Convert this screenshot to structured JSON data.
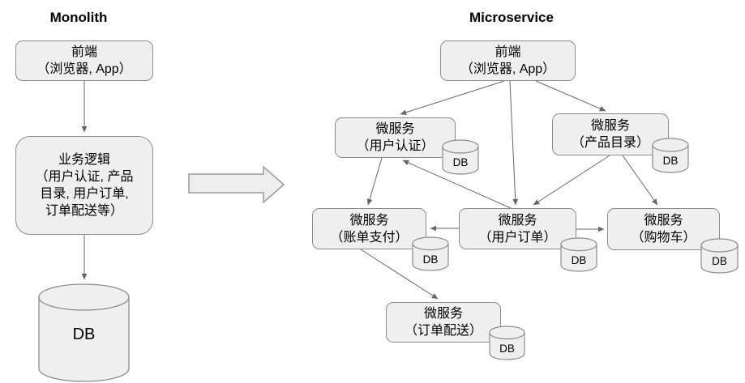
{
  "colors": {
    "node_fill": "#efefef",
    "node_border": "#8c8c8c",
    "edge": "#666666",
    "block_arrow_fill": "#eeeeee",
    "block_arrow_border": "#999999",
    "text": "#000000",
    "background": "#ffffff"
  },
  "monolith": {
    "title": "Monolith",
    "frontend": {
      "line1": "前端",
      "line2": "（浏览器, App）"
    },
    "logic": {
      "lines": [
        "业务逻辑",
        "（用户认证, 产品",
        "目录, 用户订单,",
        "订单配送等）"
      ]
    },
    "db_label": "DB"
  },
  "microservice": {
    "title": "Microservice",
    "frontend": {
      "line1": "前端",
      "line2": "（浏览器, App）"
    },
    "services": [
      {
        "id": "auth",
        "line1": "微服务",
        "line2": "（用户认证）",
        "db_label": "DB"
      },
      {
        "id": "catalog",
        "line1": "微服务",
        "line2": "（产品目录）",
        "db_label": "DB"
      },
      {
        "id": "billing",
        "line1": "微服务",
        "line2": "（账单支付）",
        "db_label": "DB"
      },
      {
        "id": "orders",
        "line1": "微服务",
        "line2": "（用户订单）",
        "db_label": "DB"
      },
      {
        "id": "cart",
        "line1": "微服务",
        "line2": "（购物车）",
        "db_label": "DB"
      },
      {
        "id": "delivery",
        "line1": "微服务",
        "line2": "（订单配送）",
        "db_label": "DB"
      }
    ]
  }
}
